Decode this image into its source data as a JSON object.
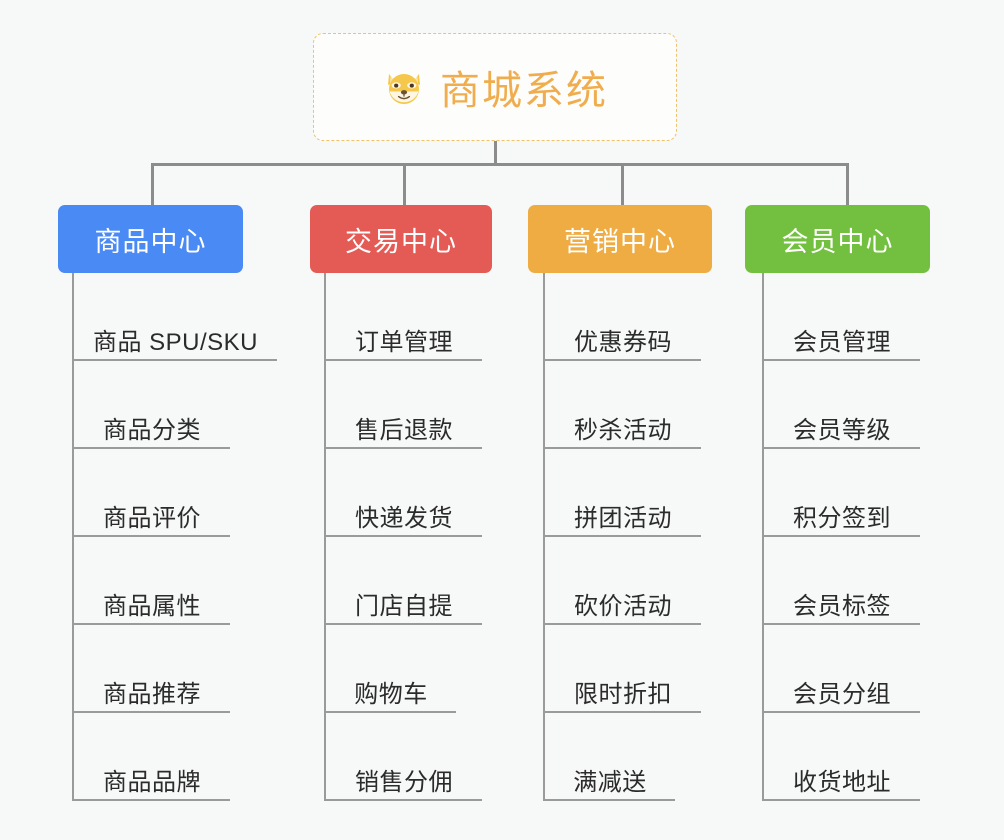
{
  "diagram": {
    "type": "mind-map",
    "background_color": "#f7f8f8",
    "connector_color": "#8c8c8c"
  },
  "root": {
    "title": "商城系统",
    "icon": "shiba-inu-dog-emoji",
    "text_color": "#f0ad4e",
    "border_color": "#f0c269",
    "background_color": "#fdfdfc"
  },
  "branches": [
    {
      "label": "商品中心",
      "color": "#4a8af4",
      "items": [
        "商品 SPU/SKU",
        "商品分类",
        "商品评价",
        "商品属性",
        "商品推荐",
        "商品品牌"
      ]
    },
    {
      "label": "交易中心",
      "color": "#e45b56",
      "items": [
        "订单管理",
        "售后退款",
        "快递发货",
        "门店自提",
        "购物车",
        "销售分佣"
      ]
    },
    {
      "label": "营销中心",
      "color": "#eeac42",
      "items": [
        "优惠券码",
        "秒杀活动",
        "拼团活动",
        "砍价活动",
        "限时折扣",
        "满减送"
      ]
    },
    {
      "label": "会员中心",
      "color": "#73c040",
      "items": [
        "会员管理",
        "会员等级",
        "积分签到",
        "会员标签",
        "会员分组",
        "收货地址"
      ]
    }
  ]
}
